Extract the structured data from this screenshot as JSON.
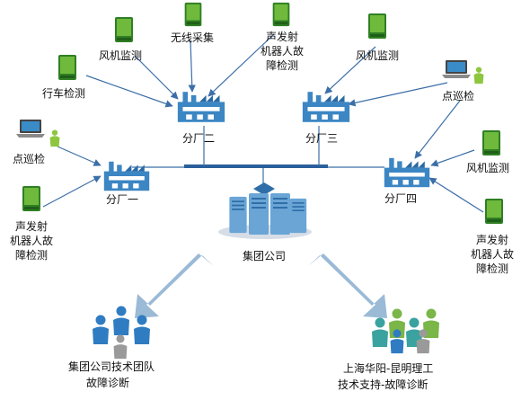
{
  "colors": {
    "factory": "#3c86c4",
    "factory_dark": "#2a6aa4",
    "line": "#3c6fa8",
    "device_screen": "#5a9e2f",
    "device_frame": "#2f7f24",
    "laptop_screen": "#3a8cc8",
    "inspector": "#8dc63f",
    "server": "#6aa5d6",
    "arrow": "#8fb3d1",
    "team_blue": "#2f7cc2",
    "team_gray": "#9a9a9a",
    "team_green": "#7ab648",
    "team_teal": "#3aa3a0"
  },
  "factories": {
    "f1": "分厂一",
    "f2": "分厂二",
    "f3": "分厂三",
    "f4": "分厂四"
  },
  "hq": "集团公司",
  "devices": {
    "d_fan_f2": "风机监测",
    "d_wireless": "无线采集",
    "d_acoustic_top": [
      "声发射",
      "机器人故",
      "障检测"
    ],
    "d_fan_f3": "风机监测",
    "d_crane": "行车检测",
    "d_patrol_left": "点巡检",
    "d_acoustic_left": [
      "声发射",
      "机器人故",
      "障检测"
    ],
    "d_patrol_right": "点巡检",
    "d_fan_right": "风机监测",
    "d_acoustic_right": [
      "声发射",
      "机器人故",
      "障检测"
    ]
  },
  "teams": {
    "left": [
      "集团公司技术团队",
      "故障诊断"
    ],
    "right": [
      "上海华阳-昆明理工",
      "技术支持-故障诊断"
    ]
  }
}
